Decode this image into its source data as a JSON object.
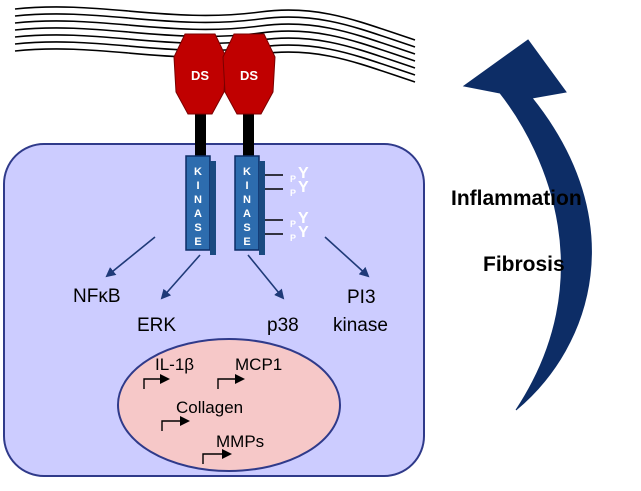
{
  "receptor": {
    "ligand_label": "DS",
    "kinase_letters": [
      "K",
      "I",
      "N",
      "A",
      "S",
      "E"
    ],
    "phospho_prefix": "P",
    "phospho_residue": "Y"
  },
  "pathways": [
    "NFκB",
    "ERK",
    "p38",
    "PI3",
    "kinase"
  ],
  "nucleus": {
    "genes": [
      "IL-1β",
      "MCP1",
      "Collagen",
      "MMPs"
    ]
  },
  "outcomes": [
    "Inflammation",
    "Fibrosis"
  ],
  "colors": {
    "cell_fill": "#ccccff",
    "cell_stroke": "#2f3a8a",
    "nucleus_fill": "#f6c8c8",
    "kinase_fill": "#2d6cae",
    "ds_fill": "#c00000",
    "arrow_blue": "#1f3a78",
    "cycle_arrow": "#0d2d66"
  }
}
